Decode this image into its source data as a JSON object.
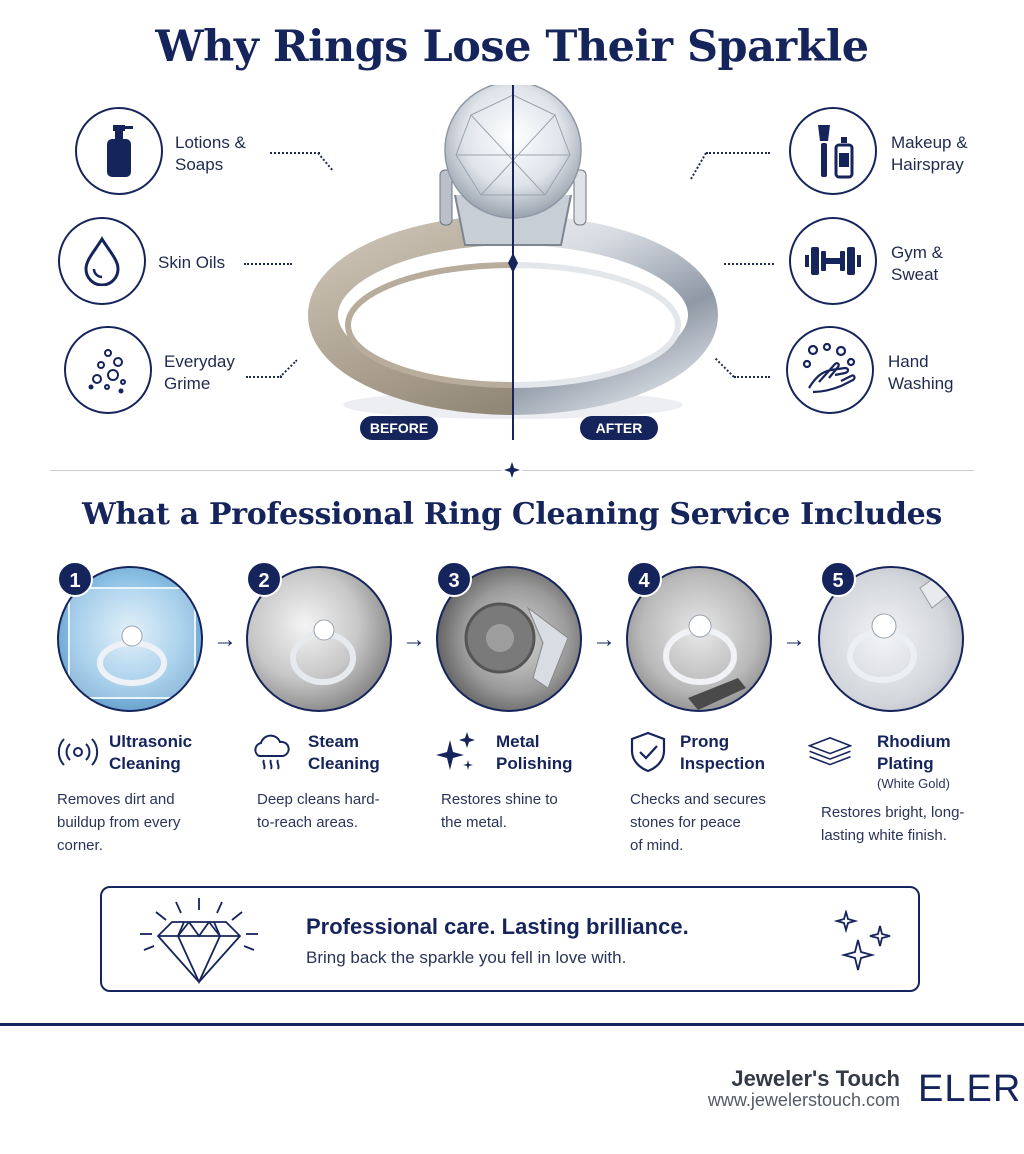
{
  "header": {
    "title": "Why Rings Lose Their Sparkle"
  },
  "causes_left": [
    {
      "label": "Lotions &\nSoaps",
      "icon": "lotion-bottle-icon"
    },
    {
      "label": "Skin Oils",
      "icon": "oil-drop-icon"
    },
    {
      "label": "Everyday\nGrime",
      "icon": "grime-particles-icon"
    }
  ],
  "causes_right": [
    {
      "label": "Makeup &\nHairspray",
      "icon": "makeup-brush-icon"
    },
    {
      "label": "Gym &\nSweat",
      "icon": "dumbbell-icon"
    },
    {
      "label": "Hand\nWashing",
      "icon": "hand-washing-icon"
    }
  ],
  "comparison": {
    "before": "BEFORE",
    "after": "AFTER"
  },
  "services": {
    "title": "What a Professional Ring Cleaning Service Includes",
    "steps": [
      {
        "num": "1",
        "title": "Ultrasonic\nCleaning",
        "desc": "Removes dirt and\nbuildup from every\ncorner.",
        "icon": "ultrasonic-waves-icon"
      },
      {
        "num": "2",
        "title": "Steam\nCleaning",
        "desc": "Deep cleans hard-\nto-reach areas.",
        "icon": "steam-cloud-icon"
      },
      {
        "num": "3",
        "title": "Metal\nPolishing",
        "desc": "Restores shine to\nthe metal.",
        "icon": "sparkle-icon"
      },
      {
        "num": "4",
        "title": "Prong\nInspection",
        "desc": "Checks and secures\nstones for peace\nof mind.",
        "icon": "shield-check-icon"
      },
      {
        "num": "5",
        "title": "Rhodium\nPlating",
        "note": "(White Gold)",
        "desc": "Restores bright, long-\nlasting white finish.",
        "icon": "layers-icon"
      }
    ]
  },
  "cta": {
    "headline": "Professional care. Lasting brilliance.",
    "subline": "Bring back the sparkle you fell in love with."
  },
  "footer": {
    "brand": "Jeweler's Touch",
    "url": "www.jewelerstouch.com",
    "logo_text": "ELER"
  },
  "colors": {
    "navy": "#16245c",
    "text": "#2a3459"
  }
}
